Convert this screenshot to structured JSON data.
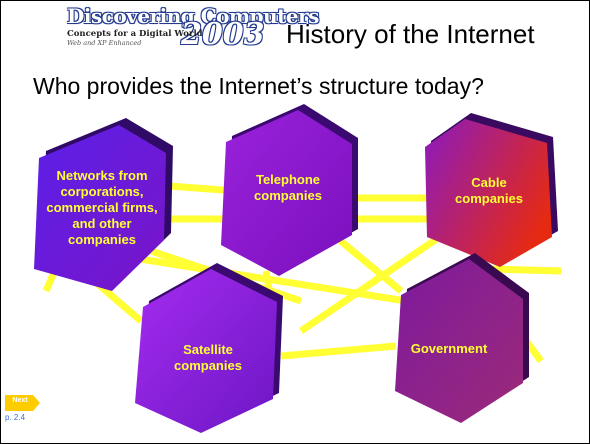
{
  "logo": {
    "main_text": "Discovering Computers",
    "subtitle": "Concepts for a Digital World",
    "edition": "Web and XP Enhanced",
    "year": "2003"
  },
  "slide": {
    "title": "History of the Internet",
    "question": "Who provides the Internet’s structure today?"
  },
  "providers": [
    {
      "label": "Networks from corporations, commercial firms, and other companies"
    },
    {
      "label": "Telephone companies"
    },
    {
      "label": "Cable companies"
    },
    {
      "label": "Satellite companies"
    },
    {
      "label": "Government"
    }
  ],
  "nav": {
    "next_label": "Next",
    "page_ref": "p. 2.4"
  },
  "colors": {
    "connector": "#ffff33",
    "hexagon_purple": "#8a1ad6",
    "hexagon_violet": "#6a1ac8",
    "hexagon_red": "#d42020",
    "label_text": "#ffff33",
    "next_button": "#ffcc00"
  }
}
